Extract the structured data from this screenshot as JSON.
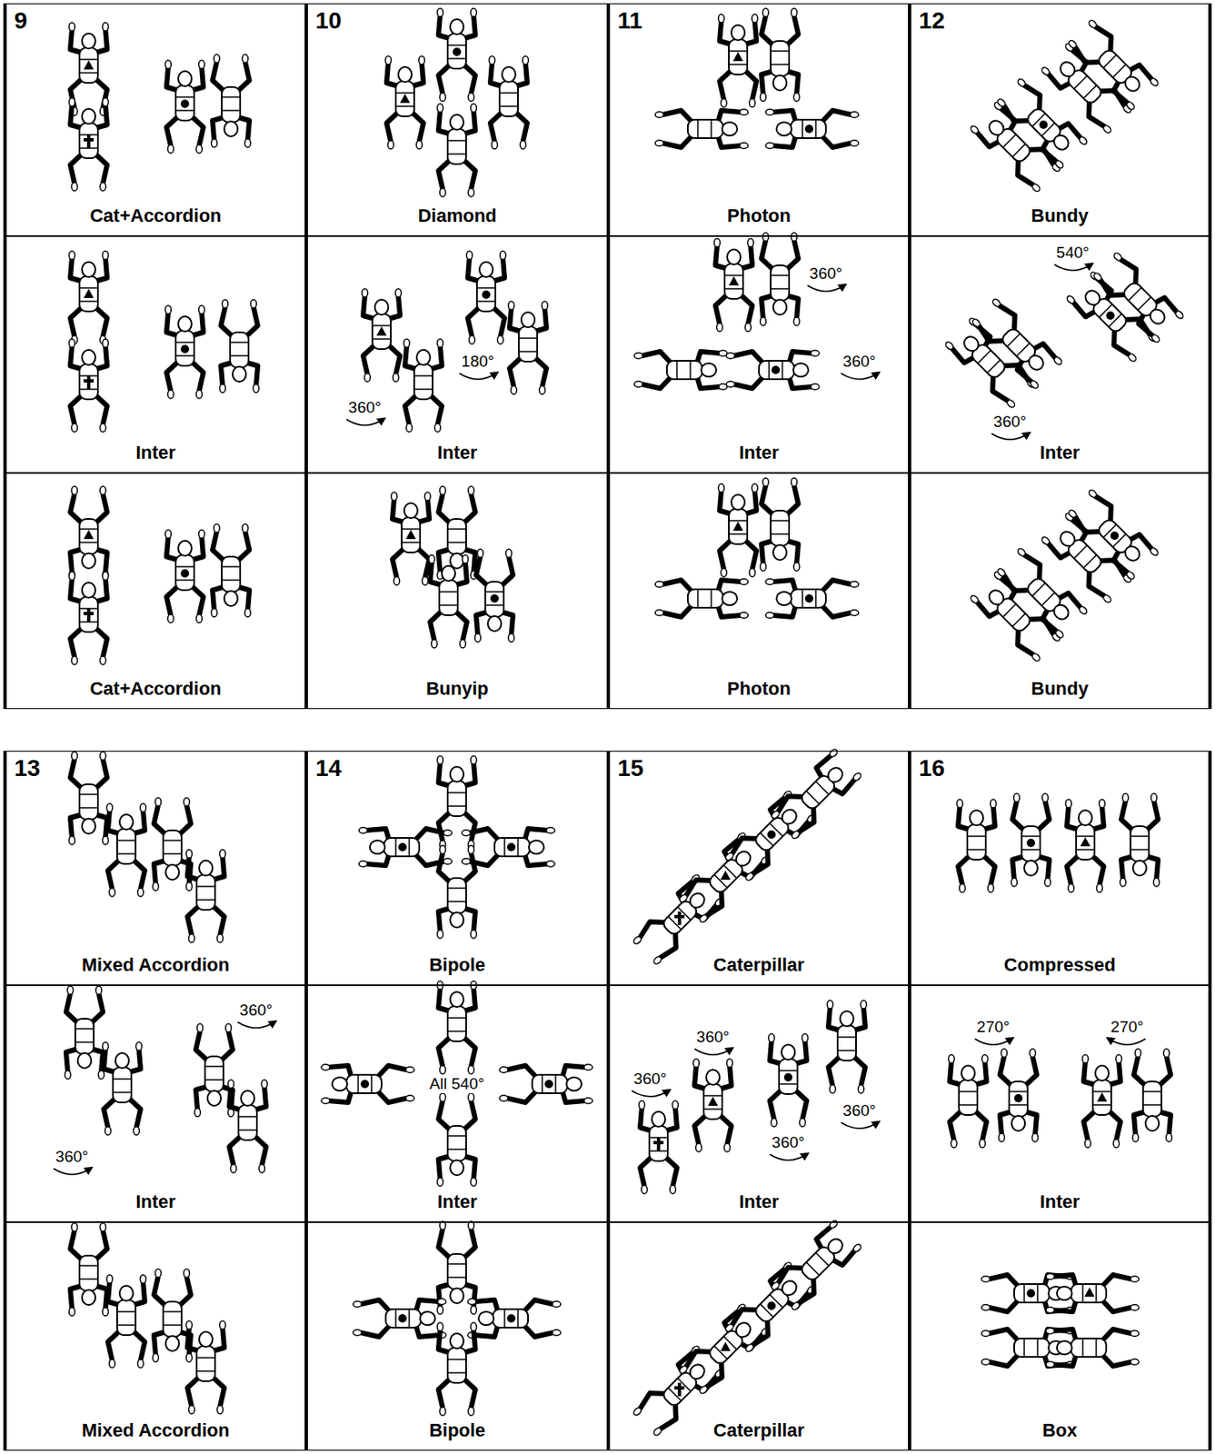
{
  "diagram": {
    "nodes": [
      {
        "text": [
          "9",
          "Cat+Accordion"
        ]
      },
      {
        "text": [
          "10",
          "Diamond"
        ]
      },
      {
        "text": [
          "11",
          "Photon"
        ]
      },
      {
        "text": [
          "12",
          "Bundy"
        ]
      },
      {
        "text": [
          "Inter"
        ]
      },
      {
        "text": [
          "Inter"
        ]
      },
      {
        "text": [
          "Inter"
        ]
      },
      {
        "text": [
          "Inter"
        ]
      },
      {
        "text": [
          "Cat+Accordion"
        ]
      },
      {
        "text": [
          "Bunyip"
        ]
      },
      {
        "text": [
          "Photon"
        ]
      },
      {
        "text": [
          "Bundy"
        ]
      },
      {
        "text": [
          "13",
          "Mixed Accordion"
        ]
      },
      {
        "text": [
          "14",
          "Bipole"
        ]
      },
      {
        "text": [
          "15",
          "Caterpillar"
        ]
      },
      {
        "text": [
          "16",
          "Compressed"
        ]
      },
      {
        "text": [
          "Inter"
        ]
      },
      {
        "text": [
          "Inter"
        ]
      },
      {
        "text": [
          "Inter"
        ]
      },
      {
        "text": [
          "Inter"
        ]
      },
      {
        "text": [
          "Mixed Accordion"
        ]
      },
      {
        "text": [
          "Bipole"
        ]
      },
      {
        "text": [
          "Caterpillar"
        ]
      },
      {
        "text": [
          "Box"
        ]
      }
    ],
    "labels": [
      "180°",
      "360°",
      "360°",
      "360°",
      "540°",
      "360°",
      "360°",
      "360°",
      "All 540°",
      "360°",
      "360°",
      "360°",
      "360°",
      "270°",
      "270°"
    ]
  }
}
